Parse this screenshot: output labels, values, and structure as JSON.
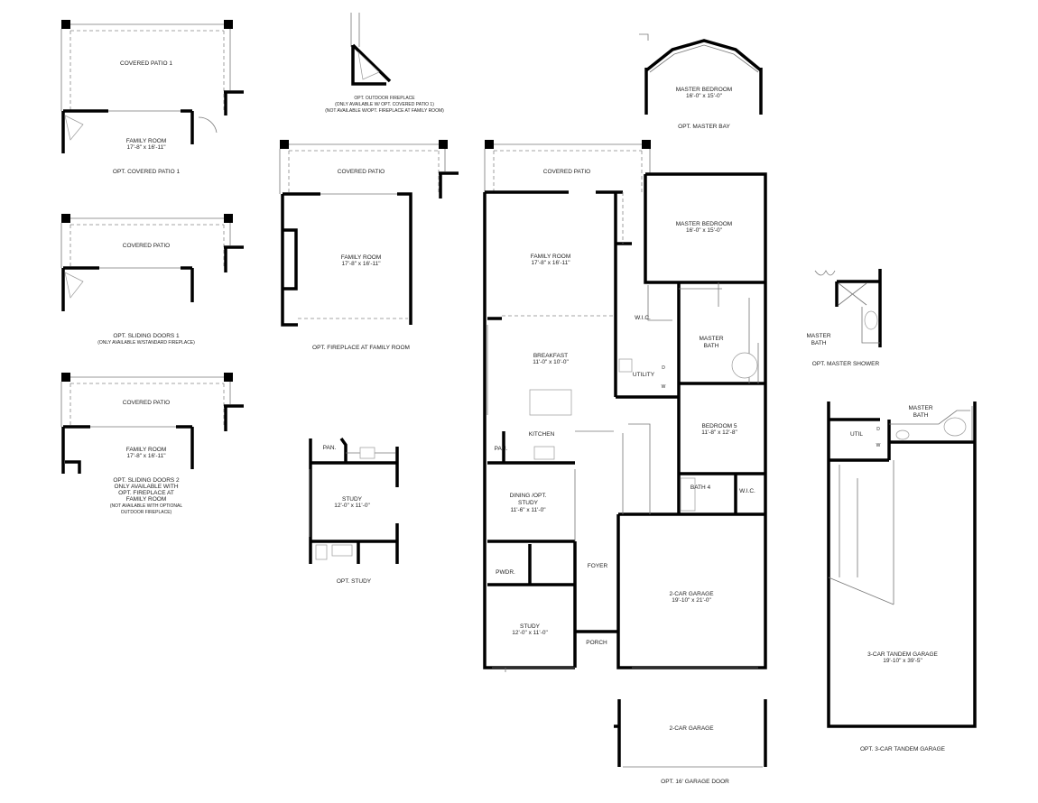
{
  "opt_covered_patio_1": {
    "patio": "COVERED PATIO 1",
    "room": "FAMILY ROOM",
    "room_dims": "17'-8\" x 16'-11\"",
    "caption": "OPT. COVERED PATIO 1"
  },
  "opt_outdoor_fireplace": {
    "caption": [
      "OPT. OUTDOOR FIREPLACE",
      "(ONLY AVAILABLE W/ OPT. COVERED PATIO 1)",
      "(NOT AVAILABLE W/OPT. FIREPLACE AT FAMILY ROOM)"
    ]
  },
  "opt_sliding_doors_1": {
    "patio": "COVERED PATIO",
    "caption": [
      "OPT. SLIDING DOORS 1",
      "(ONLY AVAILABLE W/STANDARD FIREPLACE)"
    ]
  },
  "opt_sliding_doors_2": {
    "patio": "COVERED PATIO",
    "room": "FAMILY ROOM",
    "room_dims": "17'-8\" x 16'-11\"",
    "caption": [
      "OPT. SLIDING DOORS 2",
      "ONLY AVAILABLE WITH",
      "OPT. FIREPLACE AT",
      "FAMILY ROOM",
      "(NOT AVAILABLE WITH OPTIONAL",
      "OUTDOOR FIREPLACE)"
    ]
  },
  "opt_fireplace_family": {
    "patio": "COVERED PATIO",
    "room": "FAMILY ROOM",
    "room_dims": "17'-8\" x 16'-11\"",
    "caption": "OPT. FIREPLACE AT FAMILY ROOM"
  },
  "opt_study": {
    "pan": "PAN.",
    "room": "STUDY",
    "room_dims": "12'-0\" x 11'-0\"",
    "caption": "OPT. STUDY"
  },
  "opt_master_bay": {
    "room": "MASTER BEDROOM",
    "room_dims": "16'-0\" x 15'-0\"",
    "caption": "OPT. MASTER BAY"
  },
  "main_plan": {
    "covered_patio": "COVERED PATIO",
    "family_room": "FAMILY ROOM",
    "family_room_dims": "17'-8\" x 16'-11\"",
    "master_bedroom": "MASTER BEDROOM",
    "master_bedroom_dims": "16'-0\" x 15'-0\"",
    "wic": "W.I.C.",
    "master_bath": [
      "MASTER",
      "BATH"
    ],
    "breakfast": "BREAKFAST",
    "breakfast_dims": "11'-0\" x 10'-0\"",
    "utility": "UTILITY",
    "dryer": "D",
    "washer": "W",
    "kitchen": "KITCHEN",
    "pan": "PAN.",
    "bedroom5": "BEDROOM 5",
    "bedroom5_dims": "11'-8\" x 12'-8\"",
    "bath4": "BATH 4",
    "wic2": "W.I.C.",
    "dining": [
      "DINING /OPT.",
      "STUDY",
      "11'-6\" x 11'-0\""
    ],
    "pwdr": "PWDR.",
    "foyer": "FOYER",
    "study": "STUDY",
    "study_dims": "12'-0\" x 11'-0\"",
    "porch": "PORCH",
    "garage": "2-CAR GARAGE",
    "garage_dims": "19'-10\" x 21'-0\""
  },
  "opt_master_shower": {
    "room": [
      "MASTER",
      "BATH"
    ],
    "caption": "OPT. MASTER SHOWER"
  },
  "opt_tandem_garage": {
    "bath": [
      "MASTER",
      "BATH"
    ],
    "util": "UTIL",
    "dryer": "D",
    "washer": "W",
    "garage": "3-CAR TANDEM GARAGE",
    "garage_dims": "19'-10\" x 39'-5\"",
    "caption": "OPT. 3-CAR TANDEM GARAGE"
  },
  "opt_garage_door": {
    "garage": "2-CAR GARAGE",
    "caption": "OPT. 16' GARAGE DOOR"
  }
}
